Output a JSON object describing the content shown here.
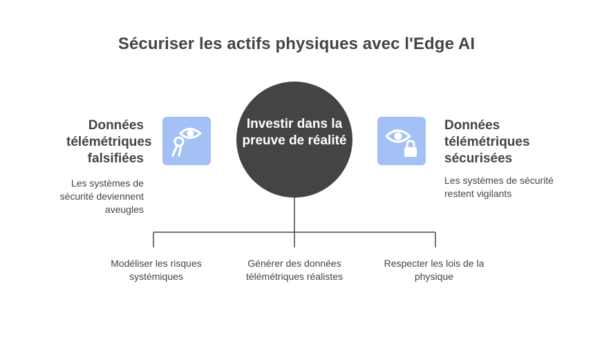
{
  "title": "Sécuriser les actifs physiques avec l'Edge AI",
  "center": {
    "label": "Investir dans la preuve de réalité"
  },
  "left": {
    "heading": "Données télémétriques falsifiées",
    "description": "Les systèmes de sécurité deviennent aveugles",
    "icon": "hand-eye-icon"
  },
  "right": {
    "heading": "Données télémétriques sécurisées",
    "description": "Les systèmes de sécurité restent vigilants",
    "icon": "eye-lock-icon"
  },
  "branches": [
    {
      "label": "Modéliser les risques systémiques"
    },
    {
      "label": "Générer des données télémétriques réalistes"
    },
    {
      "label": "Respecter les lois de la physique"
    }
  ],
  "colors": {
    "circle": "#444444",
    "icon_box": "#a3c1f5",
    "text": "#444444"
  }
}
